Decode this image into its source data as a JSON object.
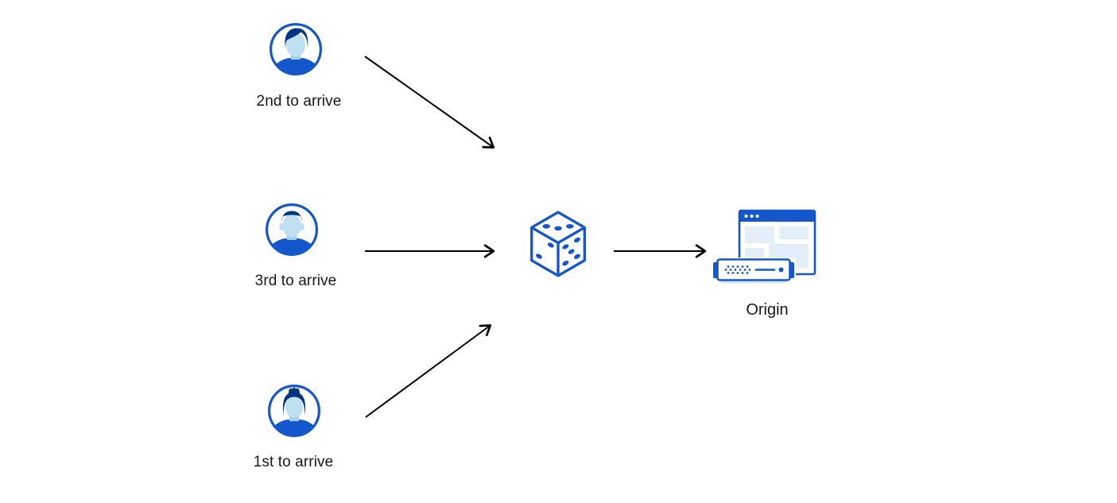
{
  "palette": {
    "icon_blue": "#1456cc",
    "icon_dark_blue": "#003580",
    "icon_face_blue": "#bfe0f1",
    "icon_pale_blue": "#e4eef8",
    "icon_shadow_blue": "#cfe6f5",
    "arrow_color": "#000000",
    "text_color": "#17181a",
    "background": "#ffffff"
  },
  "clients": [
    {
      "label": "2nd to arrive",
      "avatar": "man-side-swept-hair-avatar-icon"
    },
    {
      "label": "3rd to arrive",
      "avatar": "man-flat-top-hair-avatar-icon"
    },
    {
      "label": "1st to arrive",
      "avatar": "woman-bun-hair-avatar-icon"
    }
  ],
  "router": {
    "icon": "dice-icon"
  },
  "origin": {
    "label": "Origin",
    "icon": "origin-server-browser-icon"
  }
}
